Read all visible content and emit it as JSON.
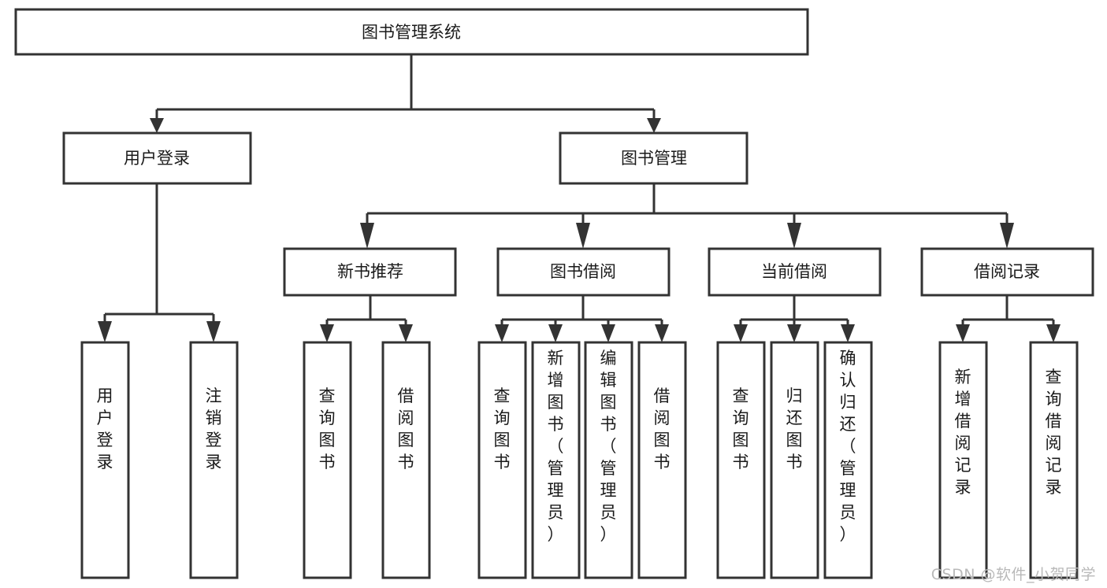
{
  "diagram": {
    "type": "tree-hierarchy-chart",
    "title": "图书管理系统",
    "orientation": "top-down",
    "colors": {
      "box_fill": "#ffffff",
      "box_stroke": "#333333",
      "text": "#1a1a1a",
      "background": "#ffffff",
      "watermark": "#b9b9b9"
    },
    "levels": [
      {
        "level": 1,
        "nodes": [
          {
            "id": "root",
            "label": "图书管理系统",
            "text_orientation": "horizontal"
          }
        ]
      },
      {
        "level": 2,
        "nodes": [
          {
            "id": "login",
            "label": "用户登录",
            "text_orientation": "horizontal",
            "parent": "root"
          },
          {
            "id": "bookmgmt",
            "label": "图书管理",
            "text_orientation": "horizontal",
            "parent": "root"
          }
        ]
      },
      {
        "level": 3,
        "nodes": [
          {
            "id": "newbook",
            "label": "新书推荐",
            "text_orientation": "horizontal",
            "parent": "bookmgmt"
          },
          {
            "id": "borrow",
            "label": "图书借阅",
            "text_orientation": "horizontal",
            "parent": "bookmgmt"
          },
          {
            "id": "current",
            "label": "当前借阅",
            "text_orientation": "horizontal",
            "parent": "bookmgmt"
          },
          {
            "id": "records",
            "label": "借阅记录",
            "text_orientation": "horizontal",
            "parent": "bookmgmt"
          }
        ]
      },
      {
        "level": 4,
        "nodes": [
          {
            "id": "leaf-1",
            "label": "用户登录",
            "text_orientation": "vertical",
            "parent": "login"
          },
          {
            "id": "leaf-2",
            "label": "注销登录",
            "text_orientation": "vertical",
            "parent": "login"
          },
          {
            "id": "leaf-3",
            "label": "查询图书",
            "text_orientation": "vertical",
            "parent": "newbook"
          },
          {
            "id": "leaf-4",
            "label": "借阅图书",
            "text_orientation": "vertical",
            "parent": "newbook"
          },
          {
            "id": "leaf-5",
            "label": "查询图书",
            "text_orientation": "vertical",
            "parent": "borrow"
          },
          {
            "id": "leaf-6",
            "label": "新增图书（管理员）",
            "text_orientation": "vertical",
            "parent": "borrow"
          },
          {
            "id": "leaf-7",
            "label": "编辑图书（管理员）",
            "text_orientation": "vertical",
            "parent": "borrow"
          },
          {
            "id": "leaf-8",
            "label": "借阅图书",
            "text_orientation": "vertical",
            "parent": "borrow"
          },
          {
            "id": "leaf-9",
            "label": "查询图书",
            "text_orientation": "vertical",
            "parent": "current"
          },
          {
            "id": "leaf-10",
            "label": "归还图书",
            "text_orientation": "vertical",
            "parent": "current"
          },
          {
            "id": "leaf-11",
            "label": "确认归还（管理员）",
            "text_orientation": "vertical",
            "parent": "current"
          },
          {
            "id": "leaf-12",
            "label": "新增借阅记录",
            "text_orientation": "vertical",
            "parent": "records"
          },
          {
            "id": "leaf-13",
            "label": "查询借阅记录",
            "text_orientation": "vertical",
            "parent": "records"
          }
        ]
      }
    ]
  },
  "watermark": {
    "text": "CSDN @软件_小贺同学"
  }
}
